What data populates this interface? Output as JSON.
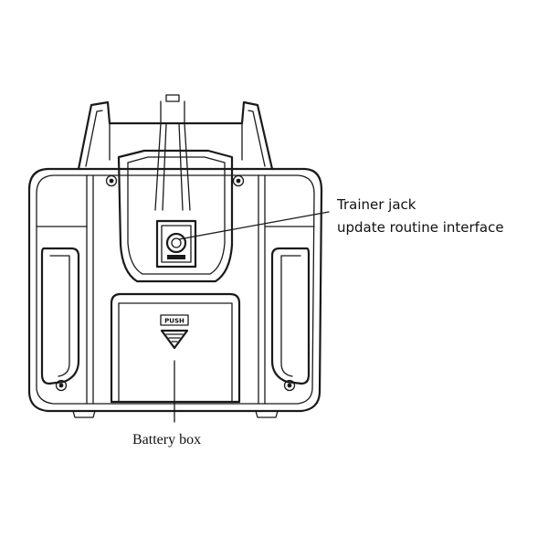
{
  "labels": {
    "trainer_jack": "Trainer jack",
    "update_interface": "update routine interface",
    "battery_box": "Battery box",
    "push": "PUSH"
  }
}
